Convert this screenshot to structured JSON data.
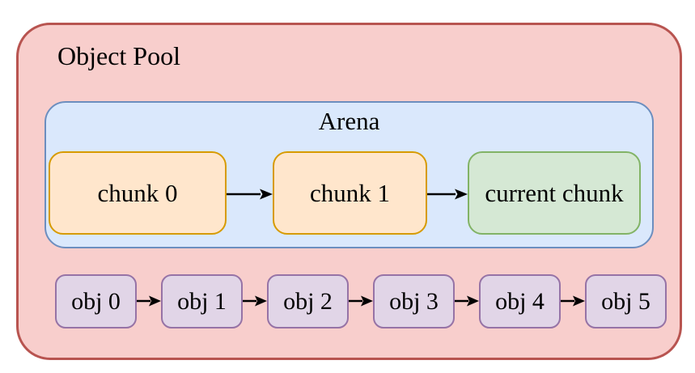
{
  "pool": {
    "label": "Object Pool",
    "arena": {
      "label": "Arena",
      "chunks": [
        {
          "label": "chunk 0"
        },
        {
          "label": "chunk 1"
        },
        {
          "label": "current chunk"
        }
      ]
    },
    "objects": [
      {
        "label": "obj 0"
      },
      {
        "label": "obj 1"
      },
      {
        "label": "obj 2"
      },
      {
        "label": "obj 3"
      },
      {
        "label": "obj 4"
      },
      {
        "label": "obj 5"
      }
    ]
  },
  "colors": {
    "pool_fill": "#f8cecc",
    "pool_stroke": "#b85450",
    "arena_fill": "#dae8fc",
    "arena_stroke": "#6c8ebf",
    "chunk_fill": "#ffe6cc",
    "chunk_stroke": "#d79b00",
    "current_chunk_fill": "#d5e8d4",
    "current_chunk_stroke": "#82b366",
    "object_fill": "#e1d5e7",
    "object_stroke": "#9673a6",
    "arrow": "#000000",
    "text": "#000000",
    "background": "#ffffff"
  }
}
